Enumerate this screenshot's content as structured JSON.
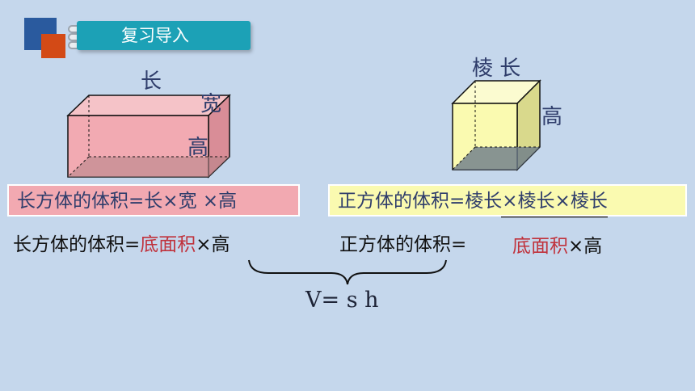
{
  "header": {
    "title": "复习导入"
  },
  "cuboid": {
    "length_label": "长",
    "width_label": "宽",
    "height_label": "高"
  },
  "cube": {
    "edge_label": "棱 长",
    "height_label": "高"
  },
  "cuboid_formula_box": {
    "text1": "长方体的体积=",
    "length": "长",
    "times1": "×",
    "width": "宽",
    "times2": " ×高"
  },
  "cube_formula_box": {
    "text": "正方体的体积=",
    "edge1": "棱长",
    "rest": "×棱长×棱长"
  },
  "cuboid_formula_line": {
    "prefix": "长方体的体积=",
    "base_area": "底面积",
    "times_height": "×高"
  },
  "cube_formula_line": {
    "prefix": "正方体的体积=",
    "base_area": "底面积",
    "times_height": "×高"
  },
  "general_formula": {
    "text": "V= s h"
  },
  "colors": {
    "background": "#c5d7ec",
    "title_bar": "#1ca1b6",
    "cuboid_face": "#f2a9b1",
    "cube_face": "#fafab0",
    "accent_red": "#c0323c"
  }
}
